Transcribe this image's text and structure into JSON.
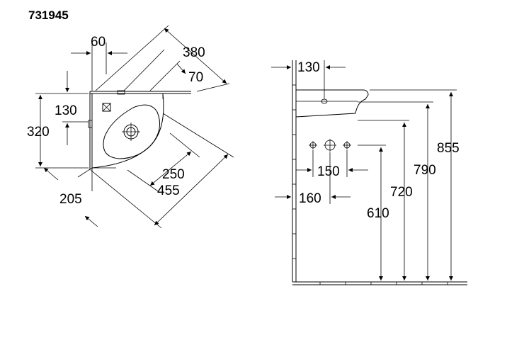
{
  "product_code": "731945",
  "plan_view": {
    "dim_60": "60",
    "dim_380": "380",
    "dim_70": "70",
    "dim_130": "130",
    "dim_320": "320",
    "dim_250": "250",
    "dim_455": "455",
    "dim_205": "205"
  },
  "side_view": {
    "dim_130": "130",
    "dim_150": "150",
    "dim_160": "160",
    "dim_610": "610",
    "dim_720": "720",
    "dim_790": "790",
    "dim_855": "855"
  }
}
